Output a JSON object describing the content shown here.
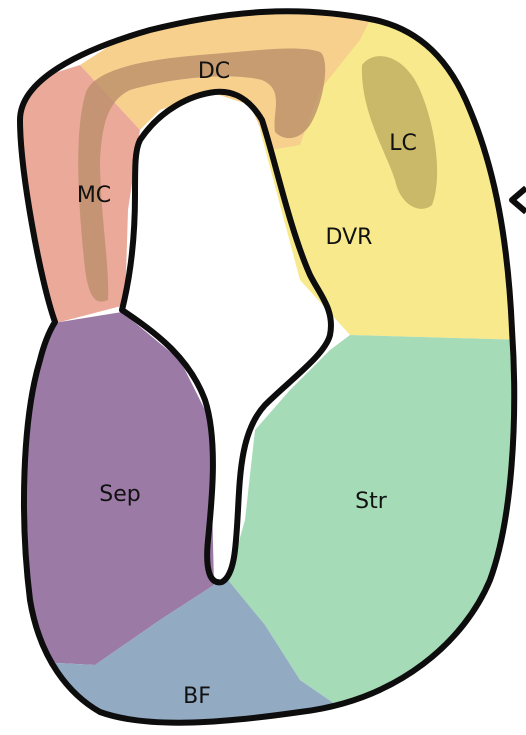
{
  "diagram": {
    "regions": [
      {
        "id": "dc",
        "label": "DC",
        "color": "#f7d08e"
      },
      {
        "id": "mc",
        "label": "MC",
        "color": "#eba99a"
      },
      {
        "id": "lc",
        "label": "LC",
        "color": "#f8ea8c"
      },
      {
        "id": "dvr",
        "label": "DVR",
        "color": "#f8ea8c"
      },
      {
        "id": "sep",
        "label": "Sep",
        "color": "#9b7ba6"
      },
      {
        "id": "str",
        "label": "Str",
        "color": "#a6dbb8"
      },
      {
        "id": "bf",
        "label": "BF",
        "color": "#92abc3"
      }
    ],
    "cell_layer_color": "#bc8f6a",
    "lc_layer_color": "#c3b465",
    "outline_color": "#0d0d0d"
  }
}
